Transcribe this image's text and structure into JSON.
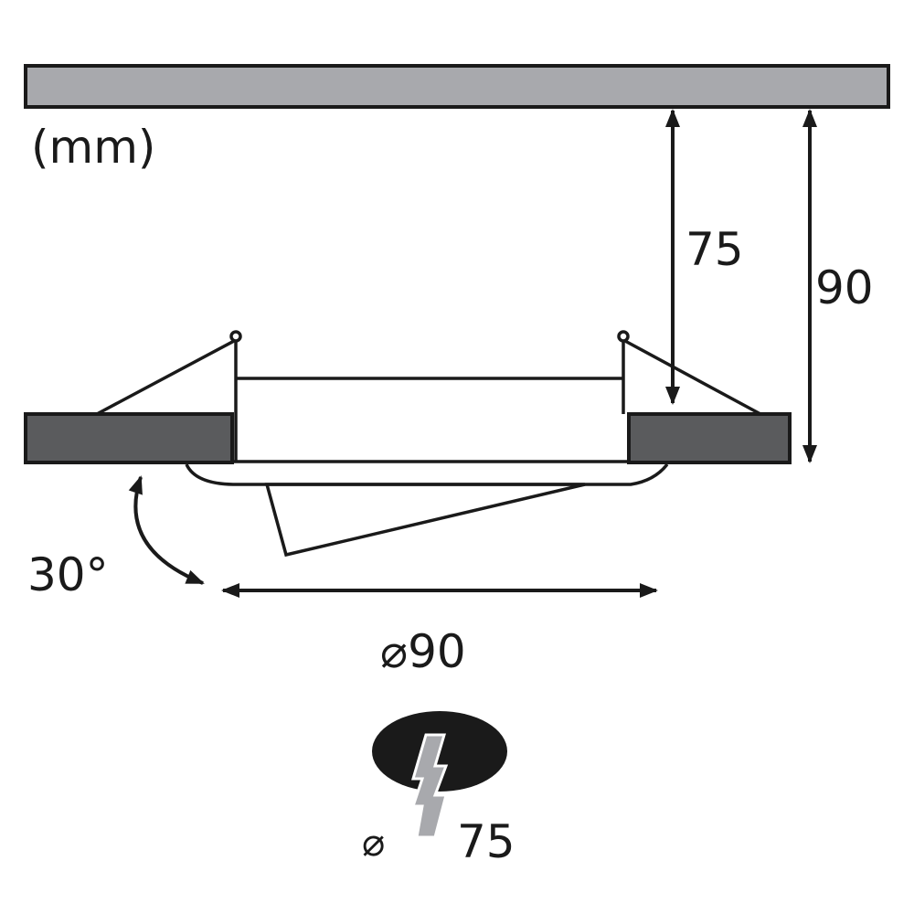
{
  "unit_label": "(mm)",
  "dimensions": {
    "height_recess": "75",
    "height_total": "90",
    "tilt_angle": "30°",
    "outer_diameter": "⌀90",
    "cutout_diameter_symbol": "⌀",
    "cutout_diameter_value": "75"
  },
  "colors": {
    "ceiling_fill": "#a8a9ad",
    "ceiling_panel_fill": "#5a5b5d",
    "line": "#1a1a1a",
    "hole_fill": "#1a1a1a",
    "cutout_icon_fill": "#a8a9ad"
  }
}
